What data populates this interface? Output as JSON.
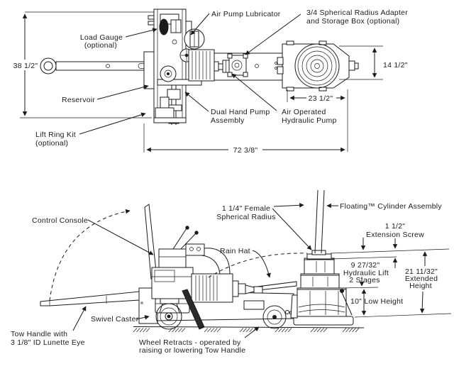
{
  "top_view": {
    "labels": {
      "load_gauge": {
        "line1": "Load Gauge",
        "line2": "(optional)"
      },
      "air_pump_lubricator": "Air Pump Lubricator",
      "spherical_adapter": {
        "line1": "3/4 Spherical Radius Adapter",
        "line2": "and Storage Box (optional)"
      },
      "reservoir": "Reservoir",
      "lift_ring_kit": {
        "line1": "Lift Ring Kit",
        "line2": "(optional)"
      },
      "dual_hand_pump": {
        "line1": "Dual Hand Pump",
        "line2": "Assembly"
      },
      "air_operated_pump": {
        "line1": "Air Operated",
        "line2": "Hydraulic Pump"
      }
    },
    "dims": {
      "overall_height": "38 1/2\"",
      "head_width": "14 1/2\"",
      "head_length": "23 1/2\"",
      "overall_length": "72 3/8\""
    }
  },
  "side_view": {
    "labels": {
      "control_console": "Control Console",
      "female_spherical_radius": {
        "line1": "1 1/4\" Female",
        "line2": "Spherical Radius"
      },
      "floating_cylinder": "Floating™ Cylinder Assembly",
      "rain_hat": "Rain Hat",
      "tow_handle": {
        "line1": "Tow Handle with",
        "line2": "3 1/8\" ID Lunette Eye"
      },
      "swivel_caster": "Swivel Caster",
      "wheel_retracts": {
        "line1": "Wheel Retracts - operated by",
        "line2": "raising or lowering Tow Handle"
      }
    },
    "dims": {
      "extension_screw": {
        "line1": "1 1/2\"",
        "line2": "Extension Screw"
      },
      "hydraulic_lift": {
        "line1": "9 27/32\"",
        "line2": "Hydraulic Lift",
        "line3": "2 Stages"
      },
      "extended_height": {
        "line1": "21 11/32\"",
        "line2": "Extended",
        "line3": "Height"
      },
      "low_height": "10\" Low Height"
    }
  },
  "colors": {
    "line": "#1b1b1b",
    "background": "#ffffff"
  }
}
